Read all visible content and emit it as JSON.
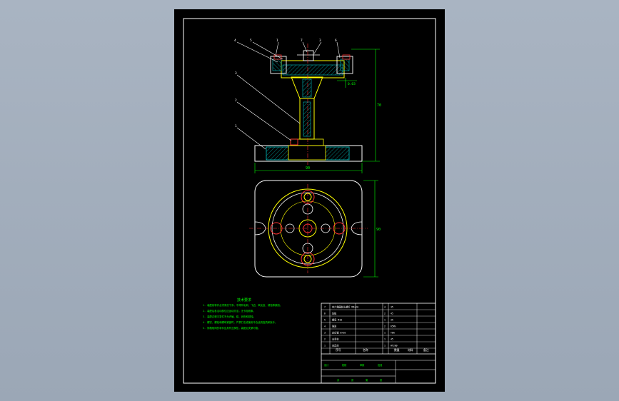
{
  "drawing": {
    "balloons": [
      "4",
      "5",
      "1",
      "7",
      "3",
      "6",
      "3",
      "2",
      "1"
    ],
    "dimensions": {
      "height_label": "70",
      "base_width_label": "90",
      "plan_height_label": "90",
      "detail_label": "0.03"
    },
    "notes": {
      "heading": "技术要求",
      "lines": [
        "1. 装配前零件必须清洗干净，不得有毛刺、飞边、氧化皮、锈蚀等缺陷。",
        "2. 装配后各活动部位应运动灵活，无卡阻现象。",
        "3. 装配过程中零件不允许磕、碰、划伤和锈蚀。",
        "4. 螺钉、螺栓和螺母紧固时，严禁打击或使用不合适的旋具和扳手。",
        "5. 规格相同的零件应具有互换性，装配后夹紧可靠。"
      ]
    },
    "title_block": {
      "parts": [
        {
          "no": "7",
          "name": "内六角圆柱头螺钉 M6×20",
          "qty": "4",
          "material": "35"
        },
        {
          "no": "6",
          "name": "压板",
          "qty": "2",
          "material": "45"
        },
        {
          "no": "5",
          "name": "螺母 M10",
          "qty": "1",
          "material": "35"
        },
        {
          "no": "4",
          "name": "弹簧",
          "qty": "2",
          "material": "65Mn"
        },
        {
          "no": "3",
          "name": "定位销 8×30",
          "qty": "1",
          "material": "T8A"
        },
        {
          "no": "2",
          "name": "支承柱",
          "qty": "1",
          "material": "45"
        },
        {
          "no": "1",
          "name": "夹具体",
          "qty": "1",
          "material": "HT200"
        }
      ],
      "headers": [
        "序号",
        "名称",
        "数量",
        "材料",
        "备注"
      ],
      "sign_row": [
        "设计",
        "校核",
        "审核",
        "批准"
      ],
      "sheet_row": [
        "共",
        "张",
        "第",
        "张"
      ]
    },
    "colors": {
      "outline": "#ffffff",
      "part": "#ffff00",
      "hatch": "#00bfbf",
      "dim": "#00ff00",
      "leader": "#ffffff",
      "centerline": "#ff3333",
      "notes": "#00ff00"
    }
  }
}
